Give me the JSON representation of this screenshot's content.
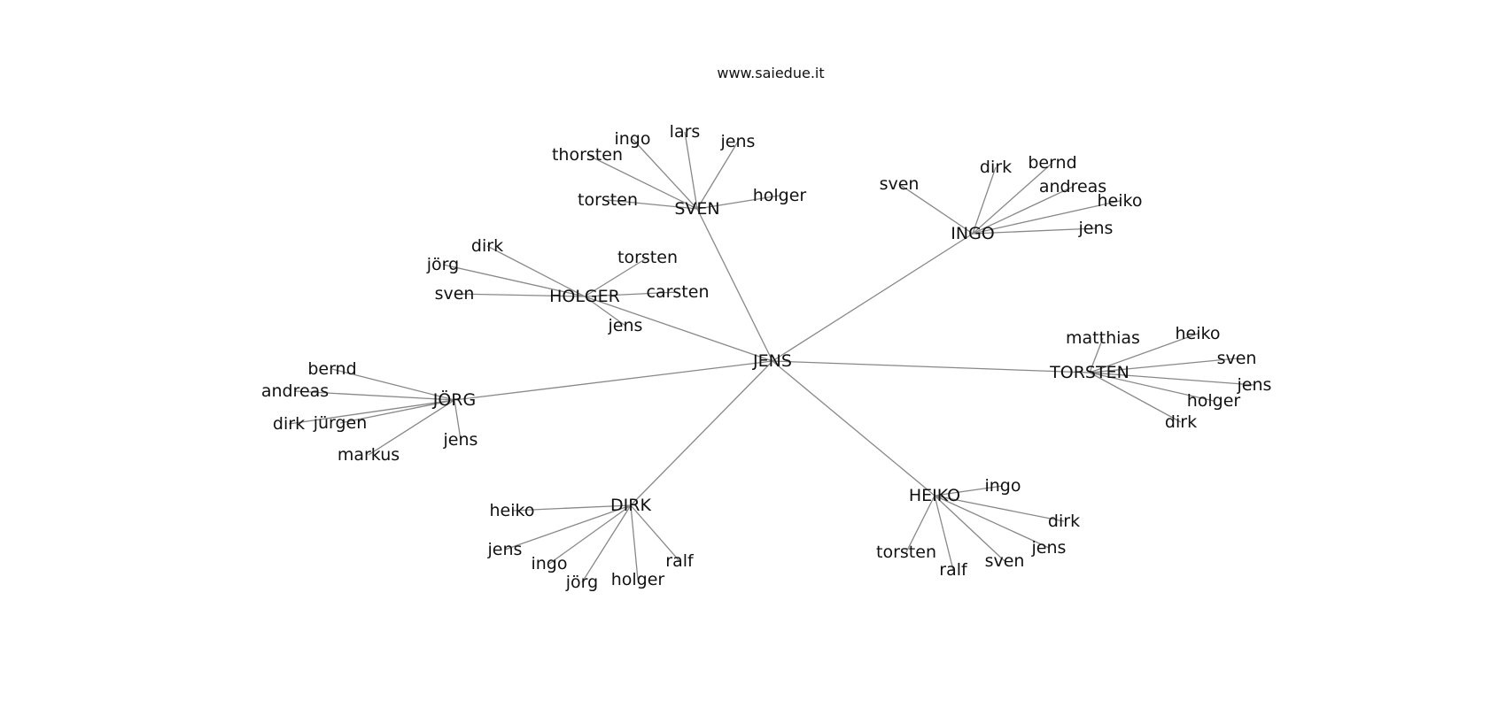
{
  "watermark": "www.saiedue.it",
  "colors": {
    "edge": "#888888",
    "text": "#111111",
    "background": "#ffffff"
  },
  "nodes": {
    "jens": {
      "label": "JENS"
    },
    "sven_h": {
      "label": "SVEN"
    },
    "ingo_h": {
      "label": "INGO"
    },
    "holger_h": {
      "label": "HOLGER"
    },
    "torsten_h": {
      "label": "TORSTEN"
    },
    "jorg_h": {
      "label": "JÖRG"
    },
    "dirk_h": {
      "label": "DIRK"
    },
    "heiko_h": {
      "label": "HEIKO"
    },
    "s_ingo": {
      "label": "ingo"
    },
    "s_lars": {
      "label": "lars"
    },
    "s_jens": {
      "label": "jens"
    },
    "s_thorsten": {
      "label": "thorsten"
    },
    "s_torsten": {
      "label": "torsten"
    },
    "s_holger": {
      "label": "holger"
    },
    "i_sven": {
      "label": "sven"
    },
    "i_dirk": {
      "label": "dirk"
    },
    "i_bernd": {
      "label": "bernd"
    },
    "i_andreas": {
      "label": "andreas"
    },
    "i_heiko": {
      "label": "heiko"
    },
    "i_jens": {
      "label": "jens"
    },
    "h_dirk": {
      "label": "dirk"
    },
    "h_jorg": {
      "label": "jörg"
    },
    "h_sven": {
      "label": "sven"
    },
    "h_torsten": {
      "label": "torsten"
    },
    "h_carsten": {
      "label": "carsten"
    },
    "h_jens": {
      "label": "jens"
    },
    "t_matthias": {
      "label": "matthias"
    },
    "t_heiko": {
      "label": "heiko"
    },
    "t_sven": {
      "label": "sven"
    },
    "t_jens": {
      "label": "jens"
    },
    "t_holger": {
      "label": "holger"
    },
    "t_dirk": {
      "label": "dirk"
    },
    "j_bernd": {
      "label": "bernd"
    },
    "j_andreas": {
      "label": "andreas"
    },
    "j_dirk": {
      "label": "dirk"
    },
    "j_jurgen": {
      "label": "jürgen"
    },
    "j_markus": {
      "label": "markus"
    },
    "j_jens": {
      "label": "jens"
    },
    "d_heiko": {
      "label": "heiko"
    },
    "d_jens": {
      "label": "jens"
    },
    "d_ingo": {
      "label": "ingo"
    },
    "d_jorg": {
      "label": "jörg"
    },
    "d_holger": {
      "label": "holger"
    },
    "d_ralf": {
      "label": "ralf"
    },
    "k_ingo": {
      "label": "ingo"
    },
    "k_dirk": {
      "label": "dirk"
    },
    "k_jens": {
      "label": "jens"
    },
    "k_sven": {
      "label": "sven"
    },
    "k_ralf": {
      "label": "ralf"
    },
    "k_torsten": {
      "label": "torsten"
    }
  },
  "edges": [
    [
      "jens",
      "sven_h"
    ],
    [
      "jens",
      "ingo_h"
    ],
    [
      "jens",
      "holger_h"
    ],
    [
      "jens",
      "torsten_h"
    ],
    [
      "jens",
      "jorg_h"
    ],
    [
      "jens",
      "dirk_h"
    ],
    [
      "jens",
      "heiko_h"
    ],
    [
      "sven_h",
      "s_ingo"
    ],
    [
      "sven_h",
      "s_lars"
    ],
    [
      "sven_h",
      "s_jens"
    ],
    [
      "sven_h",
      "s_thorsten"
    ],
    [
      "sven_h",
      "s_torsten"
    ],
    [
      "sven_h",
      "s_holger"
    ],
    [
      "ingo_h",
      "i_sven"
    ],
    [
      "ingo_h",
      "i_dirk"
    ],
    [
      "ingo_h",
      "i_bernd"
    ],
    [
      "ingo_h",
      "i_andreas"
    ],
    [
      "ingo_h",
      "i_heiko"
    ],
    [
      "ingo_h",
      "i_jens"
    ],
    [
      "holger_h",
      "h_dirk"
    ],
    [
      "holger_h",
      "h_jorg"
    ],
    [
      "holger_h",
      "h_sven"
    ],
    [
      "holger_h",
      "h_torsten"
    ],
    [
      "holger_h",
      "h_carsten"
    ],
    [
      "holger_h",
      "h_jens"
    ],
    [
      "torsten_h",
      "t_matthias"
    ],
    [
      "torsten_h",
      "t_heiko"
    ],
    [
      "torsten_h",
      "t_sven"
    ],
    [
      "torsten_h",
      "t_jens"
    ],
    [
      "torsten_h",
      "t_holger"
    ],
    [
      "torsten_h",
      "t_dirk"
    ],
    [
      "jorg_h",
      "j_bernd"
    ],
    [
      "jorg_h",
      "j_andreas"
    ],
    [
      "jorg_h",
      "j_dirk"
    ],
    [
      "jorg_h",
      "j_jurgen"
    ],
    [
      "jorg_h",
      "j_markus"
    ],
    [
      "jorg_h",
      "j_jens"
    ],
    [
      "dirk_h",
      "d_heiko"
    ],
    [
      "dirk_h",
      "d_jens"
    ],
    [
      "dirk_h",
      "d_ingo"
    ],
    [
      "dirk_h",
      "d_jorg"
    ],
    [
      "dirk_h",
      "d_holger"
    ],
    [
      "dirk_h",
      "d_ralf"
    ],
    [
      "heiko_h",
      "k_ingo"
    ],
    [
      "heiko_h",
      "k_dirk"
    ],
    [
      "heiko_h",
      "k_jens"
    ],
    [
      "heiko_h",
      "k_sven"
    ],
    [
      "heiko_h",
      "k_ralf"
    ],
    [
      "heiko_h",
      "k_torsten"
    ]
  ]
}
